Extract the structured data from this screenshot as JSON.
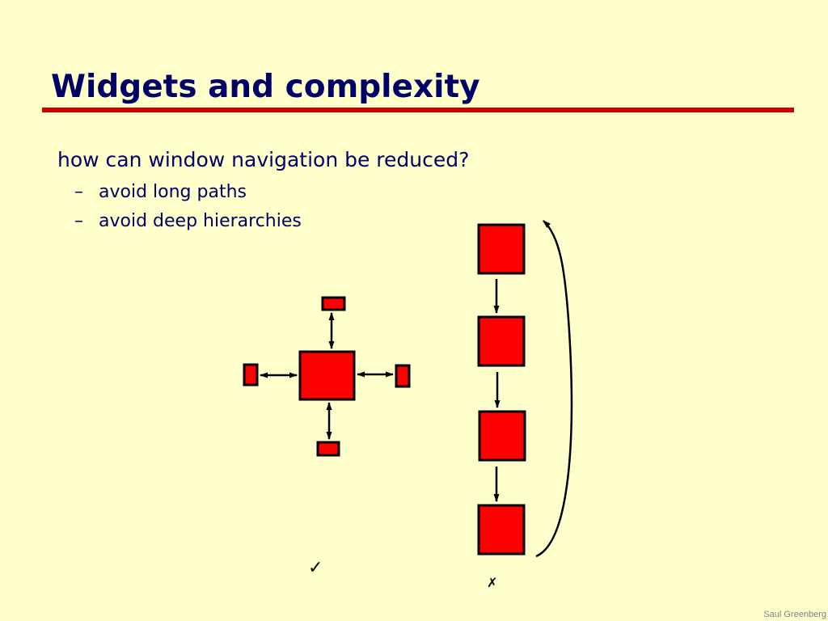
{
  "slide": {
    "title": "Widgets and complexity",
    "main_point": "how can window navigation be reduced?",
    "sub_points": [
      {
        "dash": "–",
        "text": "avoid long paths"
      },
      {
        "dash": "–",
        "text": "avoid deep hierarchies"
      }
    ],
    "credit": "Saul Greenberg"
  },
  "diagram": {
    "good_label": "✓",
    "bad_label": "✗"
  },
  "colors": {
    "background": "#FFFFCC",
    "title_text": "#000066",
    "title_rule": "#CC0000",
    "box_fill": "#FF0000",
    "box_stroke": "#000000"
  }
}
